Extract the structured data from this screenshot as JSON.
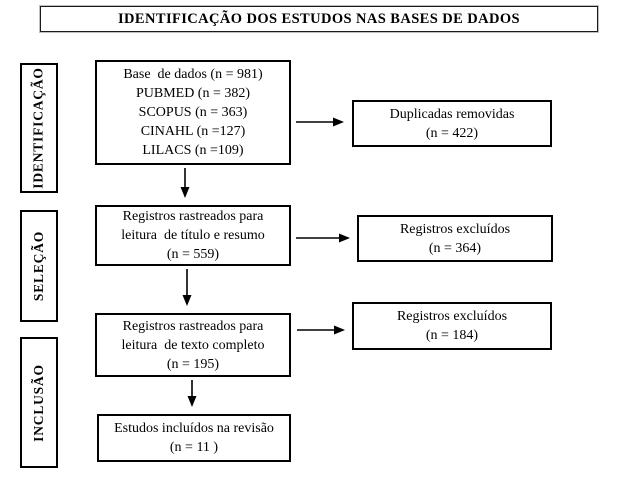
{
  "title": "IDENTIFICAÇÃO DOS ESTUDOS NAS BASES DE DADOS",
  "stages": {
    "identification": "IDENTIFICAÇÃO",
    "screening": "SELEÇÃO",
    "inclusion": "INCLUSÃO"
  },
  "boxes": {
    "databases": {
      "lines": [
        "Base  de dados (n = 981)",
        "PUBMED (n = 382)",
        "SCOPUS (n = 363)",
        "CINAHL (n =127)",
        "LILACS (n =109)"
      ]
    },
    "duplicates_removed": {
      "lines": [
        "Duplicadas removidas",
        "(n = 422)"
      ]
    },
    "title_abstract_screening": {
      "lines": [
        "Registros rastreados para",
        "leitura  de título e resumo",
        "(n = 559)"
      ]
    },
    "excluded_title_abstract": {
      "lines": [
        "Registros excluídos",
        "(n = 364)"
      ]
    },
    "full_text_screening": {
      "lines": [
        "Registros rastreados para",
        "leitura  de texto completo",
        "(n = 195)"
      ]
    },
    "excluded_full_text": {
      "lines": [
        "Registros excluídos",
        "(n = 184)"
      ]
    },
    "included_studies": {
      "lines": [
        "Estudos incluídos na revisão",
        "(n = 11 )"
      ]
    }
  },
  "colors": {
    "border": "#000000",
    "background": "#ffffff",
    "text": "#000000",
    "arrow": "#000000"
  }
}
